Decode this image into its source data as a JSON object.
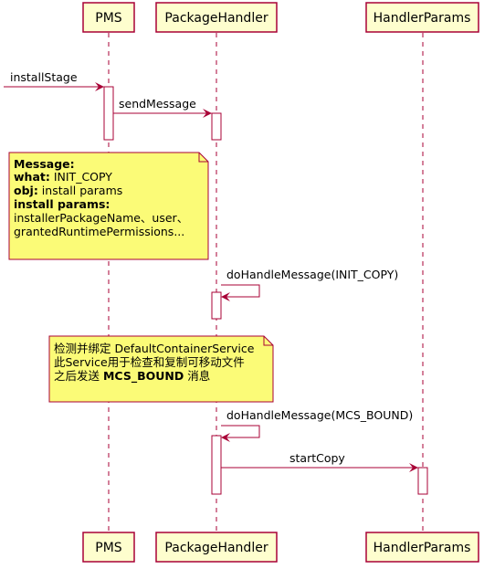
{
  "colors": {
    "participant_fill": "#fefece",
    "participant_border": "#a80036",
    "lifeline": "#a80036",
    "arrow": "#a80036",
    "note_fill": "#fbfb77",
    "note_border": "#a80036"
  },
  "participants": {
    "pms": "PMS",
    "package_handler": "PackageHandler",
    "handler_params": "HandlerParams"
  },
  "messages": {
    "install_stage": "installStage",
    "send_message": "sendMessage",
    "do_handle_init_copy": "doHandleMessage(INIT_COPY)",
    "do_handle_mcs_bound": "doHandleMessage(MCS_BOUND)",
    "start_copy": "startCopy"
  },
  "note1": {
    "line1": "Message:",
    "line2_label": "what:",
    "line2_value": " INIT_COPY",
    "line3_label": "obj:",
    "line3_value": " install params",
    "line4": "install params:",
    "line5": "installerPackageName、user、",
    "line6": "grantedRuntimePermissions..."
  },
  "note2": {
    "line1": "检测并绑定 DefaultContainerService",
    "line2": "此Service用于检查和复制可移动文件",
    "line3_prefix": "之后发送 ",
    "line3_bold": "MCS_BOUND",
    "line3_suffix": " 消息"
  }
}
